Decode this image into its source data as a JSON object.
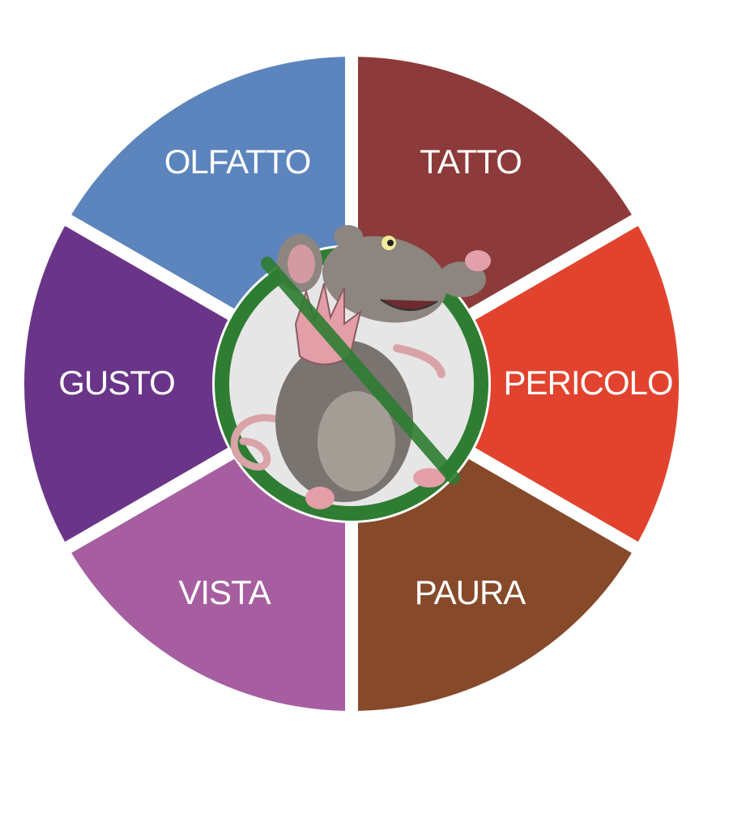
{
  "diagram": {
    "segments": [
      {
        "id": "olfatto",
        "label": "OLFATTO",
        "color": "#5c84bd"
      },
      {
        "id": "tatto",
        "label": "TATTO",
        "color": "#8c3b3a"
      },
      {
        "id": "pericolo",
        "label": "PERICOLO",
        "color": "#e2432e"
      },
      {
        "id": "paura",
        "label": "PAURA",
        "color": "#864a2a"
      },
      {
        "id": "vista",
        "label": "VISTA",
        "color": "#a65ea0"
      },
      {
        "id": "gusto",
        "label": "GUSTO",
        "color": "#6a3588"
      }
    ],
    "center": {
      "icon": "no-rats-icon",
      "ring_color": "#2e7d32",
      "fill_color": "#e6e6e6"
    }
  }
}
